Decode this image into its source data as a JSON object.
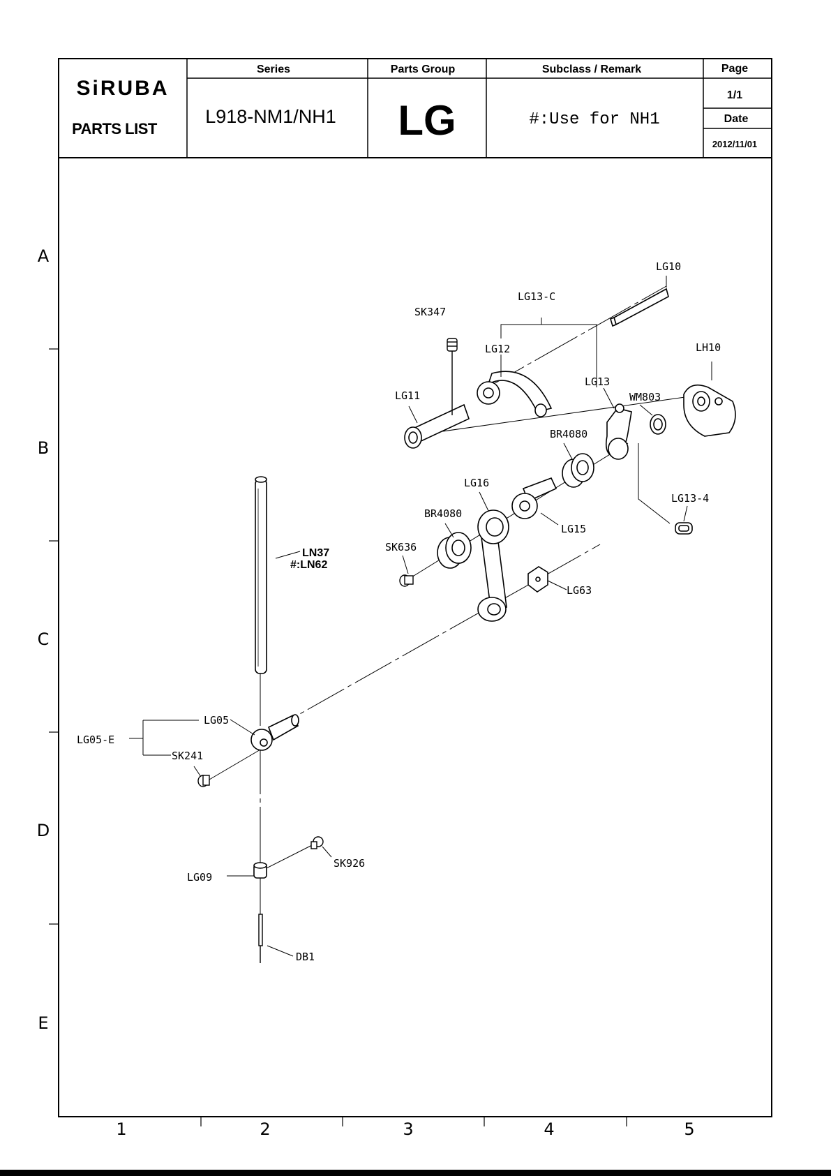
{
  "header": {
    "brand": "SiRUBA",
    "doc_type": "PARTS LIST",
    "series_label": "Series",
    "series_value": "L918-NM1/NH1",
    "group_label": "Parts Group",
    "group_value": "LG",
    "subclass_label": "Subclass / Remark",
    "subclass_value": "#:Use for NH1",
    "page_label": "Page",
    "page_value": "1/1",
    "date_label": "Date",
    "date_value": "2012/11/01"
  },
  "grid": {
    "rows": [
      "A",
      "B",
      "C",
      "D",
      "E"
    ],
    "cols": [
      "1",
      "2",
      "3",
      "4",
      "5"
    ]
  },
  "parts": {
    "lg10": "LG10",
    "lg13c": "LG13-C",
    "sk347": "SK347",
    "lg12": "LG12",
    "lh10": "LH10",
    "lg11": "LG11",
    "lg13": "LG13",
    "wm803": "WM803",
    "br4080_upper": "BR4080",
    "lg16": "LG16",
    "lg13_4": "LG13-4",
    "br4080_lower": "BR4080",
    "lg15": "LG15",
    "sk636": "SK636",
    "ln37": "LN37",
    "ln62": "#:LN62",
    "lg63": "LG63",
    "lg05": "LG05",
    "lg05e": "LG05-E",
    "sk241": "SK241",
    "sk926": "SK926",
    "lg09": "LG09",
    "db1": "DB1"
  }
}
